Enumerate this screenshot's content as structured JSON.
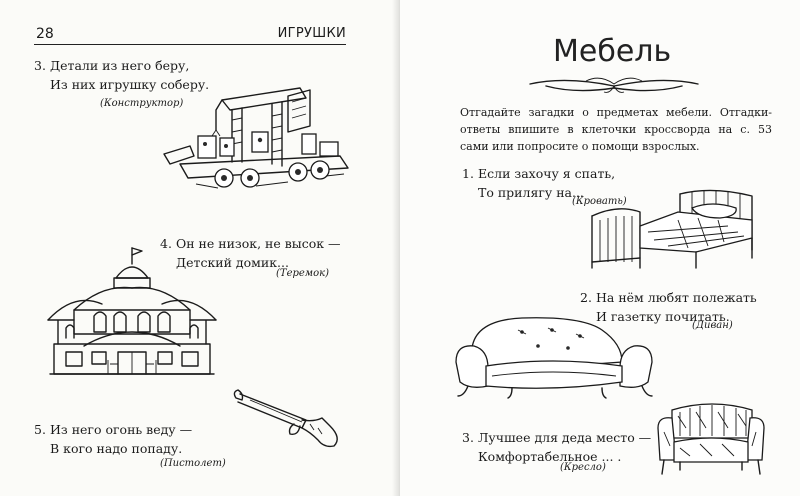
{
  "left_page": {
    "page_number": "28",
    "running_head": "ИГРУШКИ",
    "riddles": [
      {
        "number": "3.",
        "line1": "Детали из него беру,",
        "line2": "Из них игрушку соберу.",
        "answer": "(Конструктор)"
      },
      {
        "number": "4.",
        "line1": "Он не низок, не высок —",
        "line2": "Детский домик...",
        "answer": "(Теремок)"
      },
      {
        "number": "5.",
        "line1": "Из него огонь веду —",
        "line2": "В кого надо попаду.",
        "answer": "(Пистолет)"
      }
    ]
  },
  "right_page": {
    "title": "Мебель",
    "intro": "Отгадайте загадки о предметах мебели. Отгадки-ответы впишите в клеточки кроссворда на с. 53 сами или попросите о помощи взрослых.",
    "riddles": [
      {
        "number": "1.",
        "line1": "Если захочу я спать,",
        "line2": "То прилягу на...",
        "answer": "(Кровать)"
      },
      {
        "number": "2.",
        "line1": "На нём любят полежать",
        "line2": "И газетку почитать.",
        "answer": "(Диван)"
      },
      {
        "number": "3.",
        "line1": "Лучшее для деда место —",
        "line2": "Комфортабельное ... .",
        "answer": "(Кресло)"
      }
    ]
  },
  "illustrations": [
    "construction-set-crane",
    "tower-house",
    "flintlock-pistol",
    "wooden-bed",
    "sofa",
    "armchair"
  ]
}
